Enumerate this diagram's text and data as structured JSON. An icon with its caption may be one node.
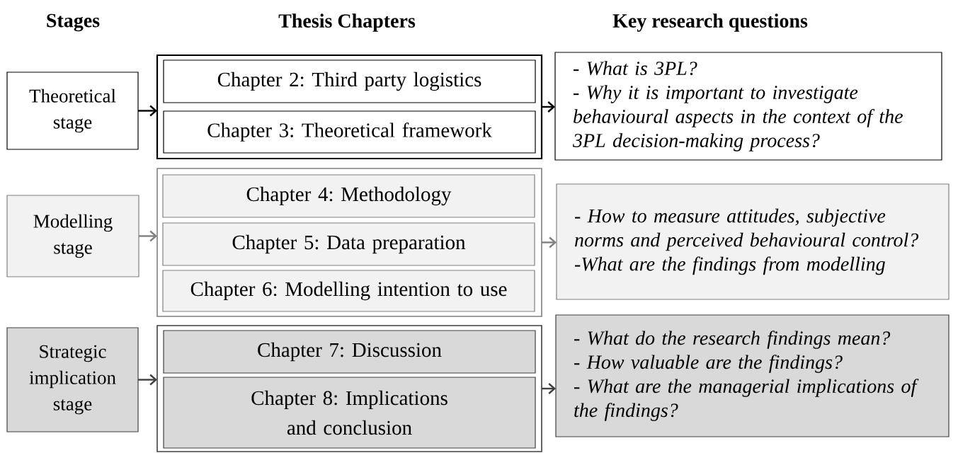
{
  "diagram": {
    "nodes": [
      {
        "text": [
          "Theoretical stage"
        ]
      },
      {
        "text": [],
        "shape": "box"
      },
      {
        "text": [
          "Chapter 2: Third party logistics"
        ],
        "in": 1
      },
      {
        "text": [
          "Chapter 3: Theoretical framework"
        ],
        "in": 1
      },
      {
        "text": [
          "- What is 3PL?",
          "- Why it is important to investigate behavioural aspects in the context of the 3PL decision-making process?"
        ]
      },
      {
        "text": [
          "Modelling stage"
        ]
      },
      {
        "text": [],
        "shape": "box"
      },
      {
        "text": [
          "Chapter 4: Methodology"
        ],
        "in": 6
      },
      {
        "text": [
          "Chapter 5: Data preparation"
        ],
        "in": 6
      },
      {
        "text": [
          "Chapter 6: Modelling intention to use"
        ],
        "in": 6
      },
      {
        "text": [
          "- How to measure attitudes, subjective norms and perceived behavioural control?",
          "-What are the findings from modelling"
        ]
      },
      {
        "text": [
          "Strategic implication stage"
        ]
      },
      {
        "text": [],
        "shape": "box"
      },
      {
        "text": [
          "Chapter 7: Discussion"
        ],
        "in": 12
      },
      {
        "text": [
          "Chapter 8: Implications and conclusion"
        ],
        "in": 12
      },
      {
        "text": [
          "- What do the research findings mean?",
          "- How valuable are the findings?",
          "- What are the managerial implications of the findings?"
        ]
      }
    ],
    "edges": [
      {
        "from": 0,
        "to": 1,
        "arrow": "to",
        "color": "#000000"
      },
      {
        "from": 1,
        "to": 4,
        "arrow": "to",
        "color": "#000000"
      },
      {
        "from": 5,
        "to": 6,
        "arrow": "to",
        "color": "#808080"
      },
      {
        "from": 6,
        "to": 10,
        "arrow": "to",
        "color": "#808080"
      },
      {
        "from": 11,
        "to": 12,
        "arrow": "to",
        "color": "#404040"
      },
      {
        "from": 12,
        "to": 15,
        "arrow": "to",
        "color": "#404040"
      }
    ],
    "labels": [
      "Stages",
      "Thesis Chapters",
      "Key research questions"
    ]
  }
}
